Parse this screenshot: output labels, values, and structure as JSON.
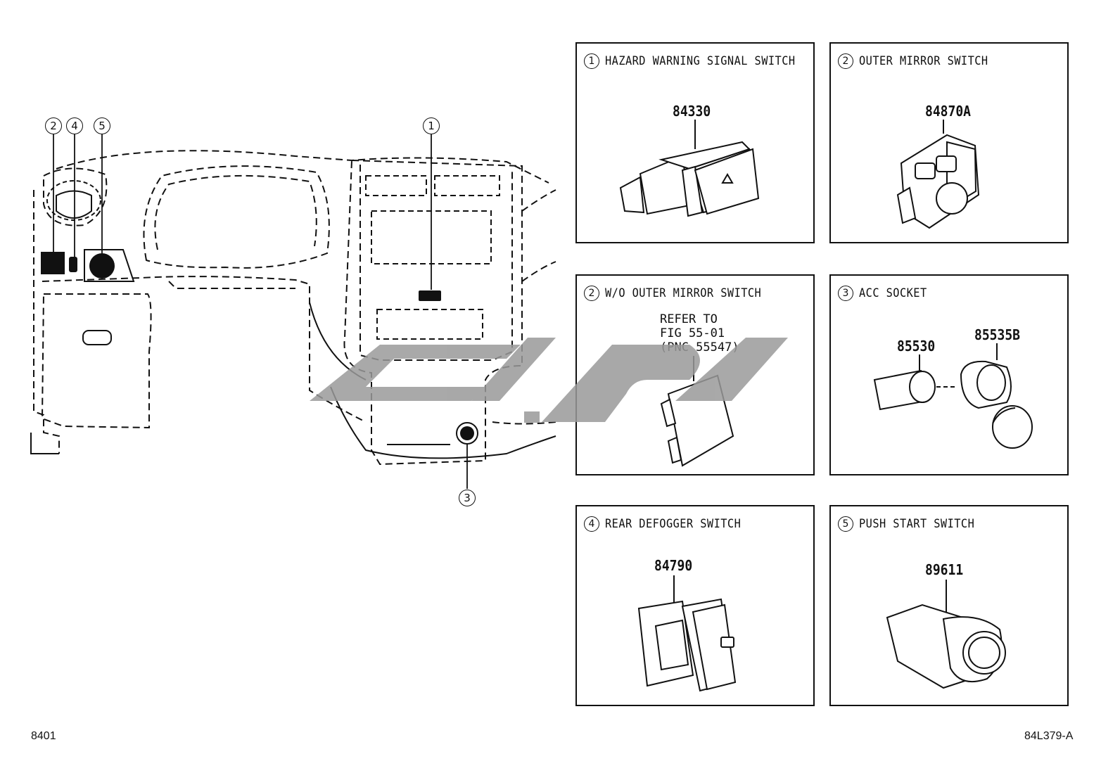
{
  "callouts": [
    "2",
    "4",
    "5",
    "1",
    "3"
  ],
  "panels": [
    {
      "num": "1",
      "title": "HAZARD WARNING SIGNAL SWITCH",
      "part": "84330"
    },
    {
      "num": "2",
      "title": "OUTER MIRROR SWITCH",
      "part": "84870A"
    },
    {
      "num": "2",
      "title": "W/O OUTER MIRROR SWITCH",
      "note": "REFER TO\nFIG 55-01\n(PNC 55547)"
    },
    {
      "num": "3",
      "title": "ACC SOCKET",
      "part": "85530",
      "part2": "85535B"
    },
    {
      "num": "4",
      "title": "REAR DEFOGGER SWITCH",
      "part": "84790"
    },
    {
      "num": "5",
      "title": "PUSH START SWITCH",
      "part": "89611"
    }
  ],
  "footer": {
    "left": "8401",
    "right": "84L379-A"
  },
  "watermark_color": "#9a9a9a"
}
